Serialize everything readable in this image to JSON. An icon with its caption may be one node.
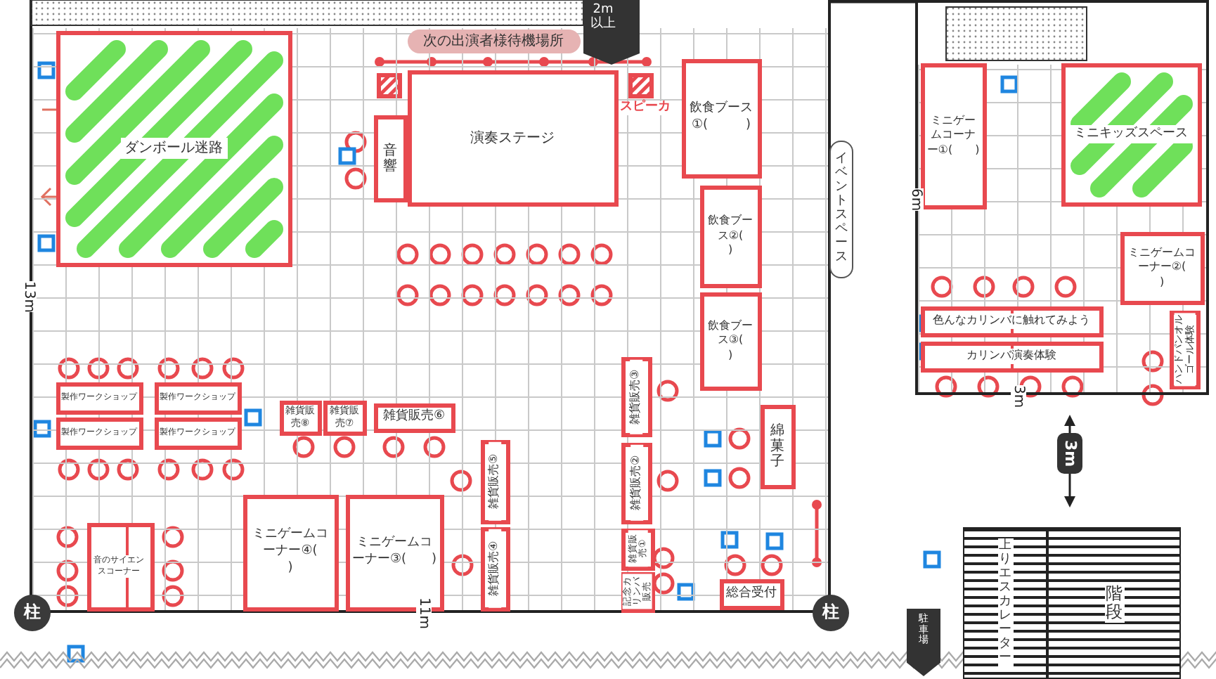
{
  "diagram": {
    "nodes": [
      {
        "text": [],
        "shape": "box"
      },
      {
        "text": [
          "ダンボール迷路"
        ],
        "in": 0
      },
      {
        "text": [
          "演奏ステージ"
        ],
        "in": 0
      },
      {
        "text": [
          "音響"
        ],
        "in": 0
      },
      {
        "text": [
          "次の出演者様待機場所"
        ],
        "in": 0
      },
      {
        "text": [
          "飲食ブース①(　　　)"
        ],
        "in": 0
      },
      {
        "text": [
          "飲食ブース②(　　　)"
        ],
        "in": 0
      },
      {
        "text": [
          "飲食ブース③(　　　)"
        ],
        "in": 0
      },
      {
        "text": [
          "イベントスペース"
        ]
      },
      {
        "text": [],
        "shape": "box"
      },
      {
        "text": [
          "ミニゲームコーナー①(　　)"
        ],
        "in": 9
      },
      {
        "text": [
          "ミニキッズスペース"
        ],
        "in": 9
      },
      {
        "text": [
          "ミニゲームコーナー②(　　)"
        ],
        "in": 9
      },
      {
        "text": [
          "色んなカリンバに触れてみよう"
        ],
        "in": 9
      },
      {
        "text": [
          "カリンバ演奏体験"
        ],
        "in": 9
      },
      {
        "text": [
          "ハンドパンオルゴール体験"
        ],
        "in": 9
      },
      {
        "text": [
          "製作ワークショップ"
        ],
        "in": 0
      },
      {
        "text": [
          "製作ワークショップ"
        ],
        "in": 0
      },
      {
        "text": [
          "製作ワークショップ"
        ],
        "in": 0
      },
      {
        "text": [
          "製作ワークショップ"
        ],
        "in": 0
      },
      {
        "text": [
          "雑貨販売⑧"
        ],
        "in": 0
      },
      {
        "text": [
          "雑貨販売⑦"
        ],
        "in": 0
      },
      {
        "text": [
          "雑貨販売⑥"
        ],
        "in": 0
      },
      {
        "text": [
          "雑貨販売⑤"
        ],
        "in": 0
      },
      {
        "text": [
          "雑貨販売④"
        ],
        "in": 0
      },
      {
        "text": [
          "雑貨販売③"
        ],
        "in": 0
      },
      {
        "text": [
          "雑貨販売②"
        ],
        "in": 0
      },
      {
        "text": [
          "雑貨販売①"
        ],
        "in": 0
      },
      {
        "text": [
          "記念カリンバ販売"
        ],
        "in": 0
      },
      {
        "text": [
          "綿菓子"
        ],
        "in": 0
      },
      {
        "text": [
          "総合受付"
        ],
        "in": 0
      },
      {
        "text": [
          "音のサイエンスコーナー"
        ],
        "in": 0
      },
      {
        "text": [
          "ミニゲームコーナー④(　　)"
        ],
        "in": 0
      },
      {
        "text": [
          "ミニゲームコーナー③(　　)"
        ],
        "in": 0
      },
      {
        "text": [
          "柱"
        ]
      },
      {
        "text": [
          "柱"
        ]
      },
      {
        "text": [
          "上りエスカレーター"
        ]
      },
      {
        "text": [
          "階段"
        ]
      },
      {
        "text": [
          "駐車場"
        ]
      }
    ],
    "labels": [
      "2m以上",
      "スピーカ",
      "13m",
      "11m",
      "6m",
      "3m",
      "3m"
    ]
  }
}
